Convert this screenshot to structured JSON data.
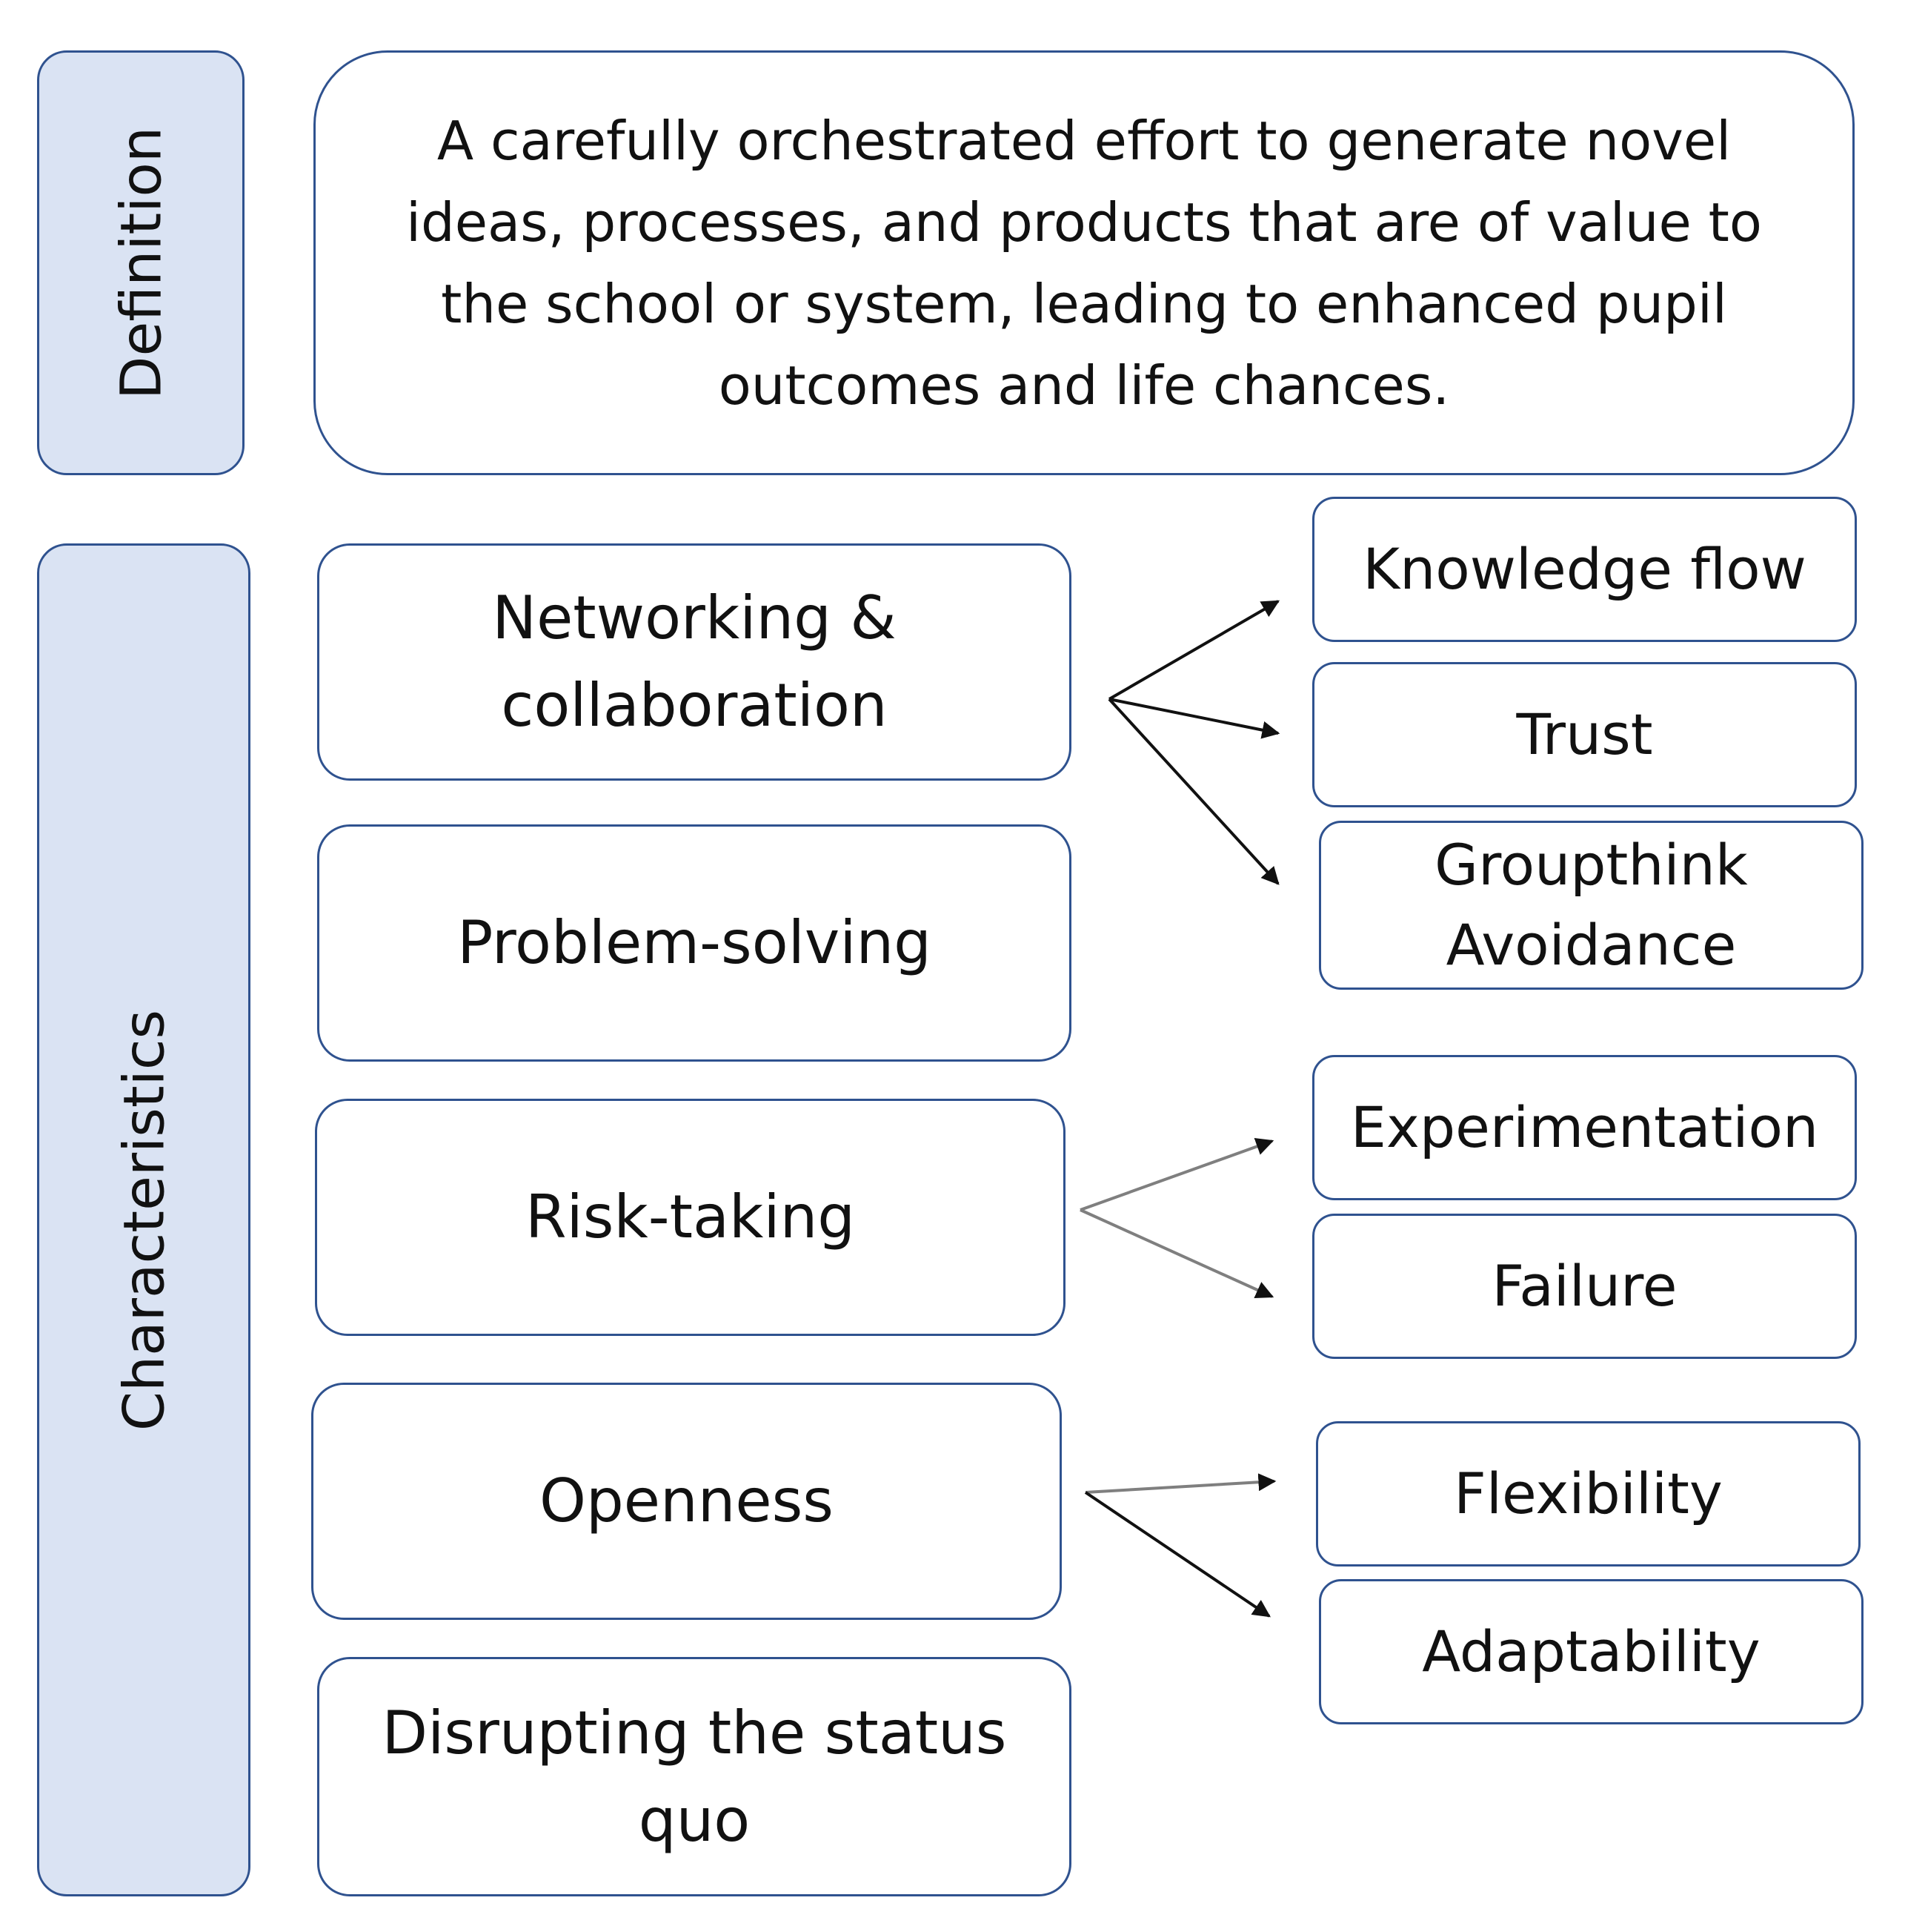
{
  "side_labels": {
    "definition": "Definition",
    "characteristics": "Characteristics"
  },
  "definition_text": "A carefully orchestrated effort to generate novel ideas, processes, and products that are of value to the school or system, leading to enhanced pupil outcomes and life chances.",
  "characteristics": {
    "networking": "Networking & collaboration",
    "problem_solving": "Problem-solving",
    "risk_taking": "Risk-taking",
    "openness": "Openness",
    "disrupting": "Disrupting the status quo"
  },
  "sub_items": {
    "knowledge_flow": "Knowledge flow",
    "trust": "Trust",
    "groupthink": "Groupthink Avoidance",
    "experimentation": "Experimentation",
    "failure": "Failure",
    "flexibility": "Flexibility",
    "adaptability": "Adaptability"
  },
  "colors": {
    "box_border": "#2f528f",
    "label_fill": "#dae3f3",
    "arrow_dark": "#111111",
    "arrow_grey": "#7f7f7f"
  }
}
